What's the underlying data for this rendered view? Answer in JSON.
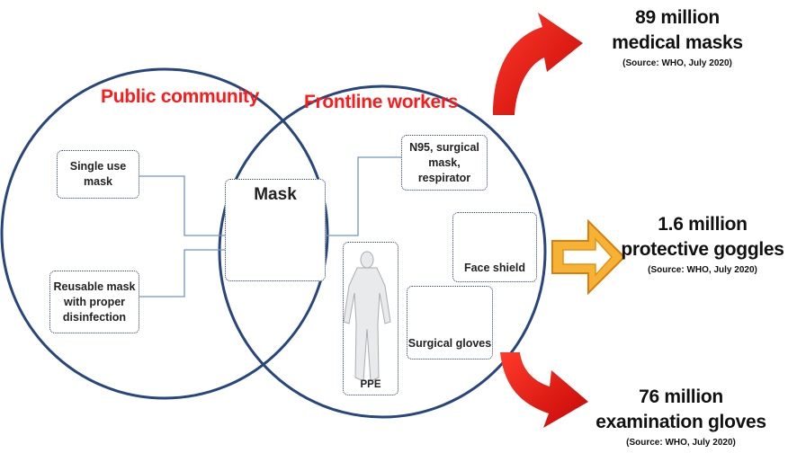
{
  "circles": {
    "left_title": "Public community",
    "right_title": "Frontline workers"
  },
  "center": {
    "label": "Mask"
  },
  "left_boxes": {
    "single_use": "Single use\nmask",
    "reusable": "Reusable mask\nwith proper\ndisinfection"
  },
  "right_boxes": {
    "n95": "N95, surgical\nmask,\nrespirator",
    "face_shield": "Face shield",
    "surgical_gloves": "Surgical gloves",
    "ppe": "PPE"
  },
  "stats": {
    "masks": {
      "line1": "89 million",
      "line2": "medical masks",
      "source": "(Source: WHO, July 2020)"
    },
    "goggles": {
      "line1": "1.6 million",
      "line2": "protective goggles",
      "source": "(Source: WHO, July 2020)"
    },
    "gloves": {
      "line1": "76 million",
      "line2": "examination gloves",
      "source": "(Source: WHO, July 2020)"
    }
  },
  "colors": {
    "circle_stroke": "#27467e",
    "title_red": "#ff1a1a",
    "arrow_red": "#e8100c",
    "arrow_orange": "#f4a21b",
    "glove_blue": "#2f56d8",
    "connector": "#6f95c8"
  }
}
